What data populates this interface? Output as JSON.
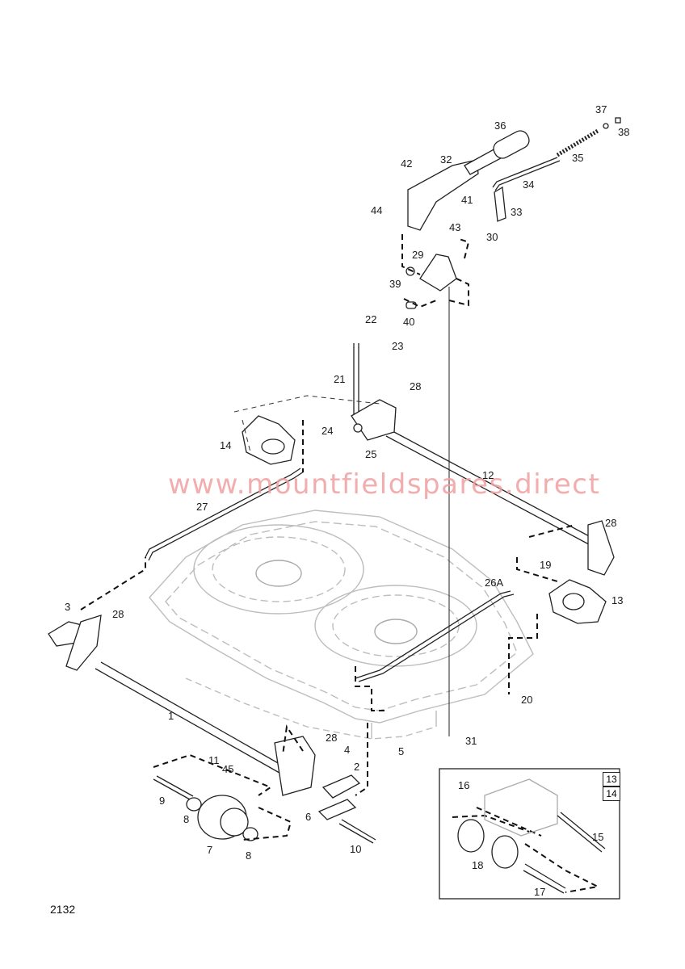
{
  "watermark": "www.mountfieldspares.direct",
  "figure_number": "2132",
  "inset_tags": [
    "13",
    "14"
  ],
  "callouts": {
    "c1": "1",
    "c2": "2",
    "c3": "3",
    "c4": "4",
    "c5": "5",
    "c6": "6",
    "c7": "7",
    "c8a": "8",
    "c8b": "8",
    "c9": "9",
    "c10": "10",
    "c11": "11",
    "c12": "12",
    "c13": "13",
    "c14": "14",
    "c15": "15",
    "c16": "16",
    "c17": "17",
    "c18": "18",
    "c19": "19",
    "c20": "20",
    "c21": "21",
    "c22": "22",
    "c23": "23",
    "c24": "24",
    "c25": "25",
    "c26a": "26A",
    "c27": "27",
    "c28a": "28",
    "c28b": "28",
    "c28c": "28",
    "c28d": "28",
    "c29": "29",
    "c30": "30",
    "c31": "31",
    "c32": "32",
    "c33": "33",
    "c34": "34",
    "c35": "35",
    "c36": "36",
    "c37": "37",
    "c38": "38",
    "c39": "39",
    "c40": "40",
    "c41": "41",
    "c42": "42",
    "c43": "43",
    "c44": "44",
    "c45": "45"
  }
}
